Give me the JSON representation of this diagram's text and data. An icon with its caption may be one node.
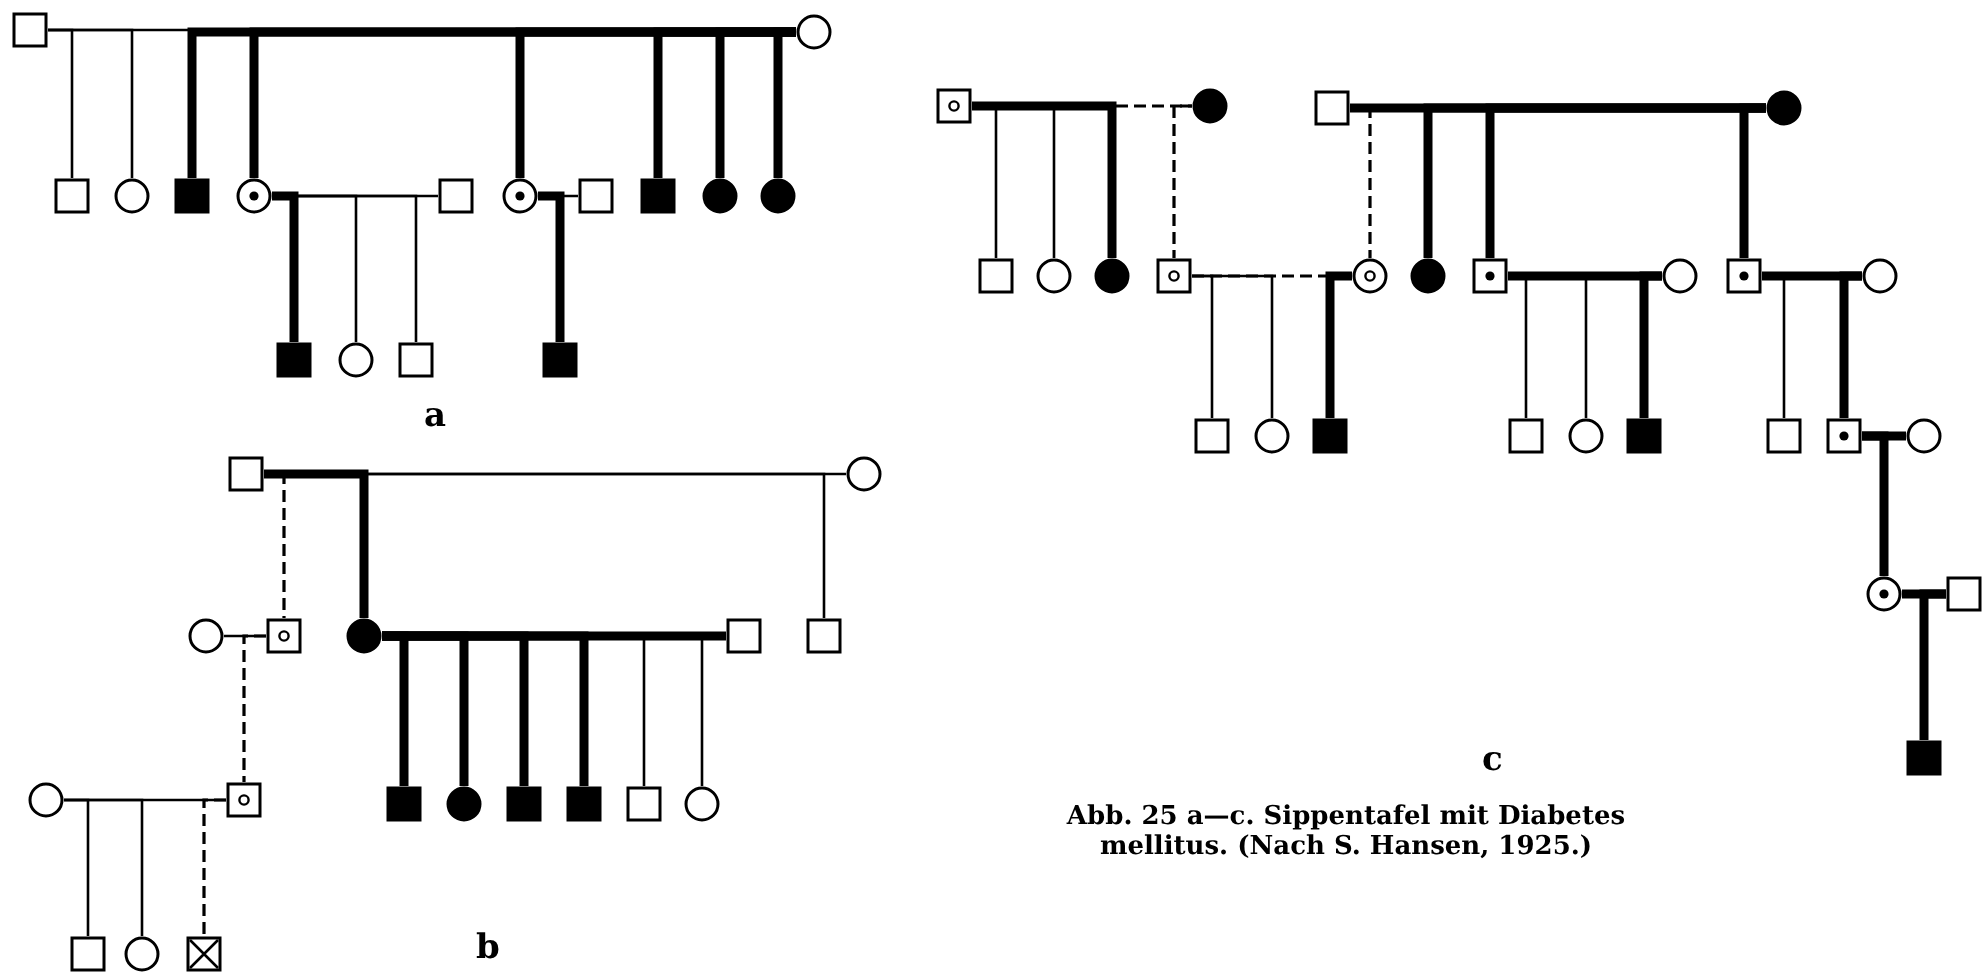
{
  "diagram": {
    "caption": "Abb. 25 a—c. Sippentafel mit Diabetes mellitus. (Nach S. Hansen, 1925.)",
    "nodes": [
      {
        "text": [],
        "shape": "square"
      },
      {
        "text": [],
        "shape": "circle"
      },
      {
        "text": [],
        "shape": "square"
      },
      {
        "text": [],
        "shape": "circle"
      },
      {
        "text": [],
        "shape": "filled-square"
      },
      {
        "text": [],
        "shape": "dot-circle"
      },
      {
        "text": [],
        "shape": "square"
      },
      {
        "text": [],
        "shape": "dot-circle"
      },
      {
        "text": [],
        "shape": "square"
      },
      {
        "text": [],
        "shape": "filled-square"
      },
      {
        "text": [],
        "shape": "filled-circle"
      },
      {
        "text": [],
        "shape": "filled-circle"
      },
      {
        "text": [],
        "shape": "filled-square"
      },
      {
        "text": [],
        "shape": "circle"
      },
      {
        "text": [],
        "shape": "square"
      },
      {
        "text": [],
        "shape": "filled-square"
      },
      {
        "text": [],
        "shape": "square"
      },
      {
        "text": [],
        "shape": "circle"
      },
      {
        "text": [],
        "shape": "circle"
      },
      {
        "text": [],
        "shape": "ring-square"
      },
      {
        "text": [],
        "shape": "filled-circle"
      },
      {
        "text": [],
        "shape": "square"
      },
      {
        "text": [],
        "shape": "square"
      },
      {
        "text": [],
        "shape": "filled-square"
      },
      {
        "text": [],
        "shape": "filled-circle"
      },
      {
        "text": [],
        "shape": "filled-square"
      },
      {
        "text": [],
        "shape": "filled-square"
      },
      {
        "text": [],
        "shape": "square"
      },
      {
        "text": [],
        "shape": "circle"
      },
      {
        "text": [],
        "shape": "circle"
      },
      {
        "text": [],
        "shape": "ring-square"
      },
      {
        "text": [],
        "shape": "square"
      },
      {
        "text": [],
        "shape": "circle"
      },
      {
        "text": [],
        "shape": "crossed-square"
      },
      {
        "text": [],
        "shape": "ring-square"
      },
      {
        "text": [],
        "shape": "filled-circle"
      },
      {
        "text": [],
        "shape": "square"
      },
      {
        "text": [],
        "shape": "circle"
      },
      {
        "text": [],
        "shape": "filled-circle"
      },
      {
        "text": [],
        "shape": "ring-square"
      },
      {
        "text": [],
        "shape": "square"
      },
      {
        "text": [],
        "shape": "filled-circle"
      },
      {
        "text": [],
        "shape": "ring-circle"
      },
      {
        "text": [],
        "shape": "filled-circle"
      },
      {
        "text": [],
        "shape": "dot-square"
      },
      {
        "text": [],
        "shape": "dot-square"
      },
      {
        "text": [],
        "shape": "square"
      },
      {
        "text": [],
        "shape": "circle"
      },
      {
        "text": [],
        "shape": "filled-square"
      },
      {
        "text": [],
        "shape": "circle"
      },
      {
        "text": [],
        "shape": "square"
      },
      {
        "text": [],
        "shape": "circle"
      },
      {
        "text": [],
        "shape": "filled-square"
      },
      {
        "text": [],
        "shape": "circle"
      },
      {
        "text": [],
        "shape": "square"
      },
      {
        "text": [],
        "shape": "dot-square"
      },
      {
        "text": [],
        "shape": "circle"
      },
      {
        "text": [],
        "shape": "dot-circle"
      },
      {
        "text": [],
        "shape": "square"
      },
      {
        "text": [],
        "shape": "filled-square"
      }
    ],
    "edges": [
      {
        "from": 0,
        "to": 1,
        "arrow": "none"
      },
      {
        "from": 0,
        "to": 2,
        "arrow": "none"
      },
      {
        "from": 0,
        "to": 3,
        "arrow": "none"
      },
      {
        "from": 1,
        "to": 4,
        "arrow": "none",
        "style": "thick"
      },
      {
        "from": 1,
        "to": 5,
        "arrow": "none",
        "style": "thick"
      },
      {
        "from": 1,
        "to": 7,
        "arrow": "none",
        "style": "thick"
      },
      {
        "from": 1,
        "to": 9,
        "arrow": "none",
        "style": "thick"
      },
      {
        "from": 1,
        "to": 10,
        "arrow": "none",
        "style": "thick"
      },
      {
        "from": 1,
        "to": 11,
        "arrow": "none",
        "style": "thick"
      },
      {
        "from": 5,
        "to": 6,
        "arrow": "none"
      },
      {
        "from": 5,
        "to": 12,
        "arrow": "none",
        "style": "thick"
      },
      {
        "from": 5,
        "to": 13,
        "arrow": "none"
      },
      {
        "from": 5,
        "to": 14,
        "arrow": "none"
      },
      {
        "from": 7,
        "to": 8,
        "arrow": "none"
      },
      {
        "from": 7,
        "to": 15,
        "arrow": "none",
        "style": "thick"
      },
      {
        "from": 16,
        "to": 17,
        "arrow": "none"
      },
      {
        "from": 16,
        "to": 19,
        "arrow": "none",
        "style": "dashed"
      },
      {
        "from": 16,
        "to": 20,
        "arrow": "none",
        "style": "thick"
      },
      {
        "from": 16,
        "to": 22,
        "arrow": "none"
      },
      {
        "from": 18,
        "to": 19,
        "arrow": "none"
      },
      {
        "from": 19,
        "to": 30,
        "arrow": "none",
        "style": "dashed"
      },
      {
        "from": 20,
        "to": 21,
        "arrow": "none",
        "style": "thick"
      },
      {
        "from": 20,
        "to": 23,
        "arrow": "none",
        "style": "thick"
      },
      {
        "from": 20,
        "to": 24,
        "arrow": "none",
        "style": "thick"
      },
      {
        "from": 20,
        "to": 25,
        "arrow": "none",
        "style": "thick"
      },
      {
        "from": 20,
        "to": 26,
        "arrow": "none",
        "style": "thick"
      },
      {
        "from": 20,
        "to": 27,
        "arrow": "none"
      },
      {
        "from": 20,
        "to": 28,
        "arrow": "none"
      },
      {
        "from": 29,
        "to": 30,
        "arrow": "none"
      },
      {
        "from": 29,
        "to": 31,
        "arrow": "none"
      },
      {
        "from": 29,
        "to": 32,
        "arrow": "none"
      },
      {
        "from": 30,
        "to": 33,
        "arrow": "none",
        "style": "dashed"
      },
      {
        "from": 34,
        "to": 35,
        "arrow": "none",
        "style": "dashed"
      },
      {
        "from": 34,
        "to": 36,
        "arrow": "none"
      },
      {
        "from": 34,
        "to": 37,
        "arrow": "none"
      },
      {
        "from": 34,
        "to": 38,
        "arrow": "none",
        "style": "thick"
      },
      {
        "from": 35,
        "to": 39,
        "arrow": "none",
        "style": "dashed"
      },
      {
        "from": 40,
        "to": 41,
        "arrow": "none",
        "style": "thick"
      },
      {
        "from": 40,
        "to": 42,
        "arrow": "none",
        "style": "dashed"
      },
      {
        "from": 41,
        "to": 43,
        "arrow": "none",
        "style": "thick"
      },
      {
        "from": 41,
        "to": 44,
        "arrow": "none",
        "style": "thick"
      },
      {
        "from": 41,
        "to": 45,
        "arrow": "none",
        "style": "thick"
      },
      {
        "from": 39,
        "to": 42,
        "arrow": "none",
        "style": "dashed"
      },
      {
        "from": 39,
        "to": 46,
        "arrow": "none"
      },
      {
        "from": 39,
        "to": 47,
        "arrow": "none"
      },
      {
        "from": 42,
        "to": 48,
        "arrow": "none",
        "style": "thick"
      },
      {
        "from": 44,
        "to": 49,
        "arrow": "none",
        "style": "thick"
      },
      {
        "from": 44,
        "to": 50,
        "arrow": "none"
      },
      {
        "from": 44,
        "to": 51,
        "arrow": "none"
      },
      {
        "from": 49,
        "to": 52,
        "arrow": "none",
        "style": "thick"
      },
      {
        "from": 45,
        "to": 53,
        "arrow": "none",
        "style": "thick"
      },
      {
        "from": 45,
        "to": 54,
        "arrow": "none"
      },
      {
        "from": 53,
        "to": 55,
        "arrow": "none",
        "style": "thick"
      },
      {
        "from": 55,
        "to": 56,
        "arrow": "none",
        "style": "thick"
      },
      {
        "from": 55,
        "to": 57,
        "arrow": "none",
        "style": "thick"
      },
      {
        "from": 57,
        "to": 58,
        "arrow": "none",
        "style": "thick"
      },
      {
        "from": 58,
        "to": 59,
        "arrow": "none",
        "style": "thick"
      }
    ],
    "labels": [
      "a",
      "b",
      "c"
    ]
  }
}
